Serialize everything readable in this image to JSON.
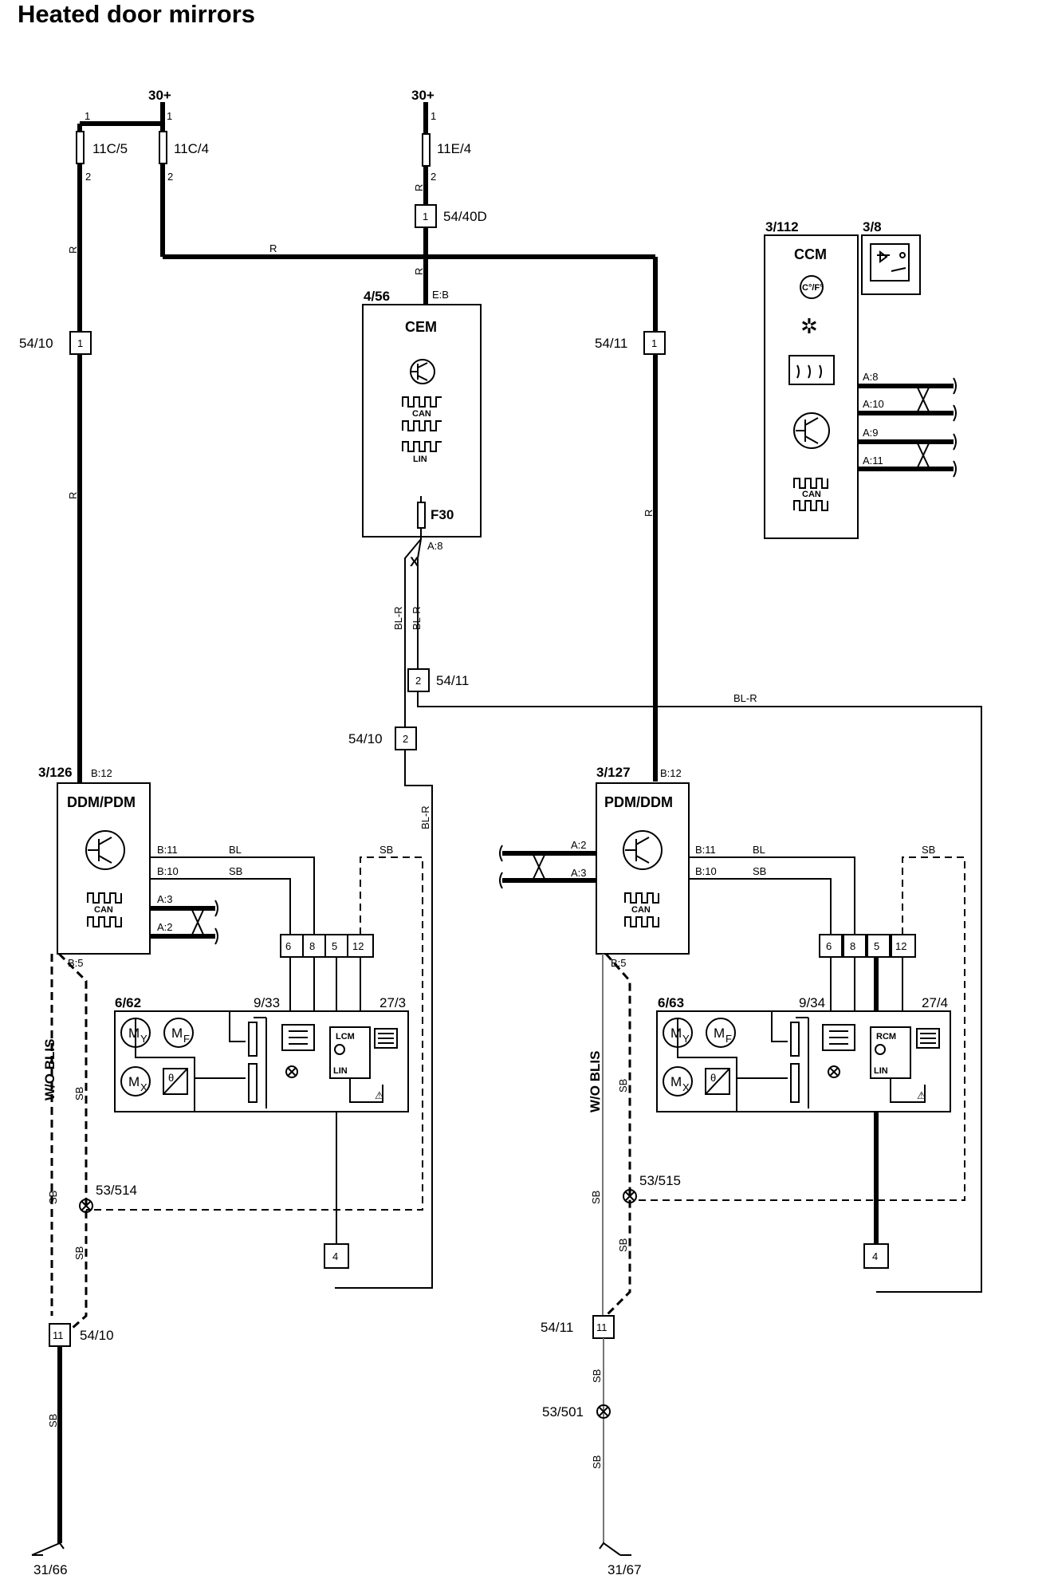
{
  "title": "Heated door mirrors",
  "supply": {
    "left": "30+",
    "right": "30+"
  },
  "fuses": {
    "f1": "11C/5",
    "f2": "11C/4",
    "f3": "11E/4",
    "f30": "F30"
  },
  "pins": {
    "one": "1",
    "two": "2",
    "four": "4",
    "eleven": "11",
    "six": "6",
    "eight": "8",
    "five": "5",
    "twelve": "12"
  },
  "connectors": {
    "c5440d": "54/40D",
    "c5410": "54/10",
    "c5411": "54/11",
    "c53514": "53/514",
    "c53515": "53/515",
    "c53501": "53/501",
    "g3166": "31/66",
    "g3167": "31/67"
  },
  "modules": {
    "cem": {
      "ref": "4/56",
      "name": "CEM",
      "pin_eb": "E:B",
      "pin_a8": "A:8"
    },
    "ccm": {
      "ref": "3/112",
      "name": "CCM",
      "temp_icon_text": "C°/F°"
    },
    "switch": {
      "ref": "3/8"
    },
    "ddm_left": {
      "ref": "3/126",
      "name": "DDM/PDM"
    },
    "pdm_right": {
      "ref": "3/127",
      "name": "PDM/DDM"
    },
    "mirror_left": {
      "ref": "6/62",
      "pot": "9/33",
      "lamp_mod": "27/3",
      "lamp_mod_name": "LCM"
    },
    "mirror_right": {
      "ref": "6/63",
      "pot": "9/34",
      "lamp_mod": "27/4",
      "lamp_mod_name": "RCM"
    }
  },
  "pin_labels": {
    "b12": "B:12",
    "b11": "B:11",
    "b10": "B:10",
    "b5": "B:5",
    "a2": "A:2",
    "a3": "A:3",
    "a8": "A:8",
    "a9": "A:9",
    "a10": "A:10",
    "a11": "A:11"
  },
  "bus": {
    "can": "CAN",
    "lin": "LIN"
  },
  "motors": {
    "my": "M",
    "my_sub": "Y",
    "mf": "M",
    "mf_sub": "F",
    "mx": "M",
    "mx_sub": "X",
    "theta": "θ"
  },
  "wires": {
    "r": "R",
    "blr": "BL-R",
    "bl": "BL",
    "sb": "SB",
    "x": "X",
    "wo_blis": "W/O BLIS"
  }
}
